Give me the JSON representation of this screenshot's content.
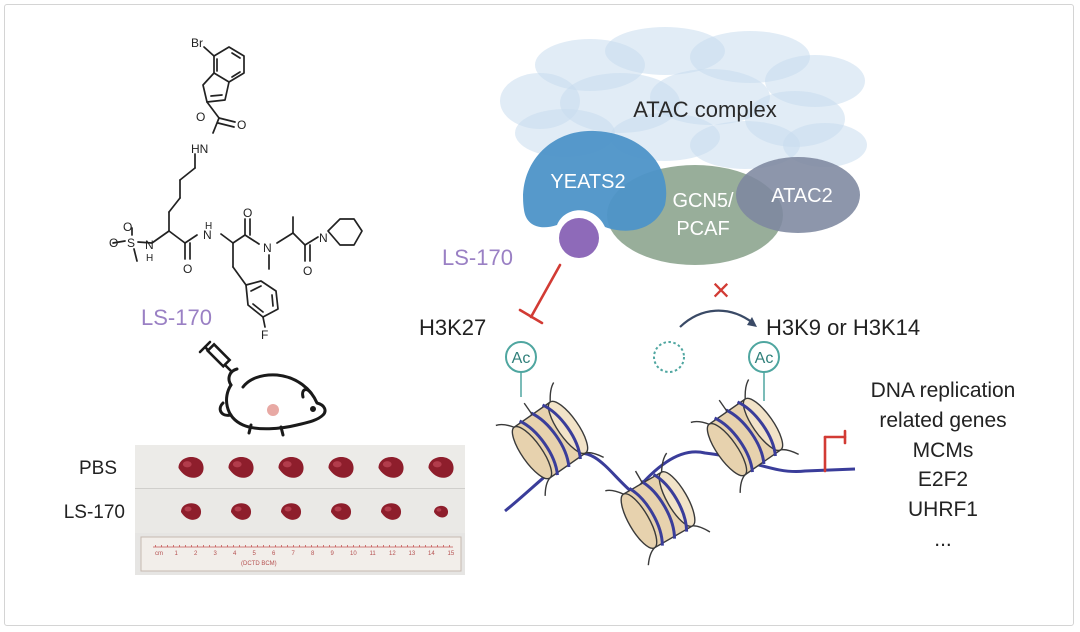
{
  "compound": {
    "name": "LS-170",
    "atoms": {
      "br": "Br",
      "o_furan": "O",
      "nh1": "N\nH",
      "o_amide1": "O",
      "o_sulfonyl": "O",
      "s": "S",
      "nh2": "N\nH",
      "o_amide2": "O",
      "nh3": "N\nH",
      "o_amide3": "O",
      "n_methyl": "N",
      "o_amide4": "O",
      "n_piperidine": "N",
      "f": "F"
    }
  },
  "gel": {
    "rows": [
      {
        "label": "PBS",
        "count": 6
      },
      {
        "label": "LS-170",
        "count": 6
      }
    ],
    "ruler_text": "(DCTD BCM)"
  },
  "complex": {
    "title": "ATAC complex",
    "subunits": {
      "yeats2": "YEATS2",
      "gcn5_line1": "GCN5/",
      "gcn5_line2": "PCAF",
      "atac2": "ATAC2"
    },
    "inhibitor_label": "LS-170"
  },
  "marks": {
    "h3k27": "H3K27",
    "h3k9": "H3K9 or H3K14",
    "ac": "Ac",
    "blocked_symbol": "×"
  },
  "genes": {
    "lines": [
      "DNA replication",
      "related genes",
      "MCMs",
      "E2F2",
      "UHRF1",
      "..."
    ]
  },
  "colors": {
    "ls170_purple": "#9a80c4",
    "yeats2_blue": "#4d94c8",
    "gcn5_green": "#8aa38c",
    "atac2_gray": "#7d879f",
    "inhibit_red": "#d23b34",
    "ac_teal": "#4fa6a0",
    "dna_blue": "#3a3d9a",
    "nucleosome_tan": "#e7d2ae"
  }
}
